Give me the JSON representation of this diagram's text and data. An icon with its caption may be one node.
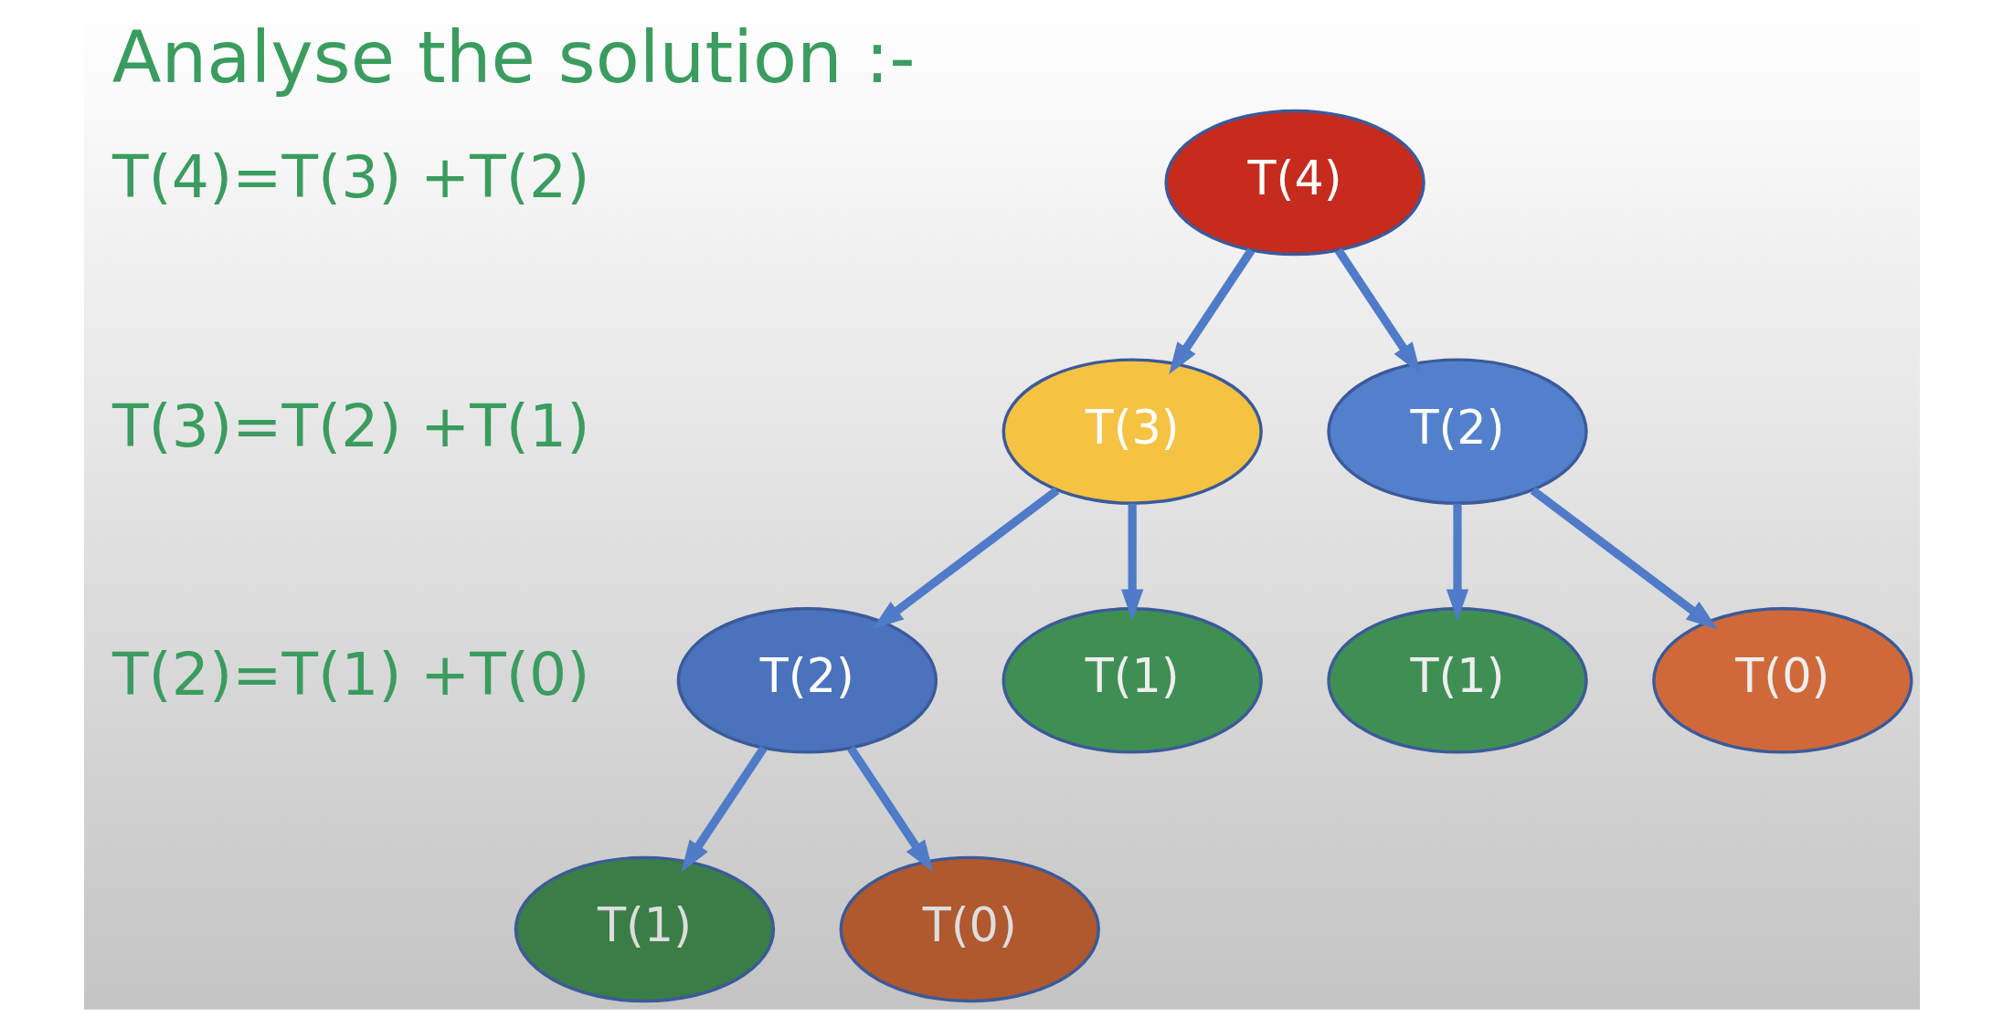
{
  "diagram": {
    "title": "Analyse the solution :-",
    "nodes": [
      {
        "text": [
          "T(4)"
        ]
      },
      {
        "text": [
          "T(3)"
        ]
      },
      {
        "text": [
          "T(2)"
        ]
      },
      {
        "text": [
          "T(2)"
        ]
      },
      {
        "text": [
          "T(1)"
        ]
      },
      {
        "text": [
          "T(1)"
        ]
      },
      {
        "text": [
          "T(0)"
        ]
      },
      {
        "text": [
          "T(1)"
        ]
      },
      {
        "text": [
          "T(0)"
        ]
      }
    ],
    "edges": [
      {
        "from": 0,
        "to": 1,
        "arrow": "to"
      },
      {
        "from": 0,
        "to": 2,
        "arrow": "to"
      },
      {
        "from": 1,
        "to": 3,
        "arrow": "to"
      },
      {
        "from": 1,
        "to": 4,
        "arrow": "to"
      },
      {
        "from": 2,
        "to": 5,
        "arrow": "to"
      },
      {
        "from": 2,
        "to": 6,
        "arrow": "to"
      },
      {
        "from": 3,
        "to": 7,
        "arrow": "to"
      },
      {
        "from": 3,
        "to": 8,
        "arrow": "to"
      }
    ],
    "labels": [
      "T(4)=T(3) +T(2)",
      "T(3)=T(2) +T(1)",
      "T(2)=T(1) +T(0)"
    ]
  }
}
